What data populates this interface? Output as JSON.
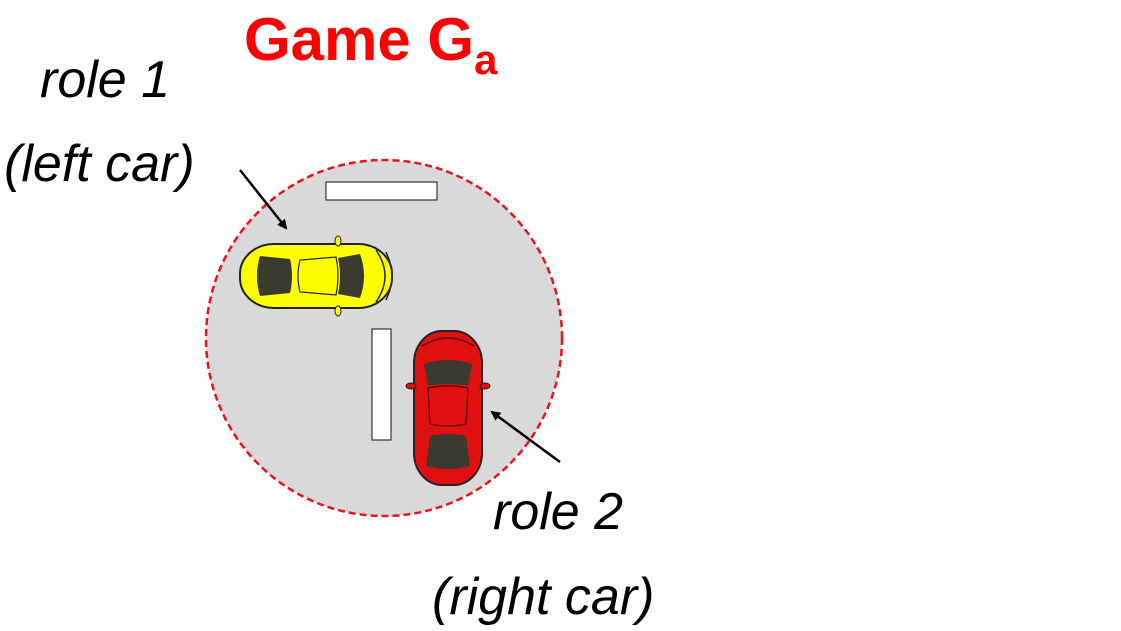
{
  "title": {
    "text": "Game G",
    "subscript": "a"
  },
  "roles": [
    {
      "name": "role 1",
      "detail": "(left car)"
    },
    {
      "name": "role 2",
      "detail": "(right car)"
    }
  ],
  "colors": {
    "title": "#ff0000",
    "arena_fill": "#d9d9d9",
    "arena_border": "#e8141b",
    "left_car": "#ffff00",
    "right_car": "#e01010",
    "obstacle_fill": "#ffffff",
    "glass": "#3b3a2e"
  }
}
